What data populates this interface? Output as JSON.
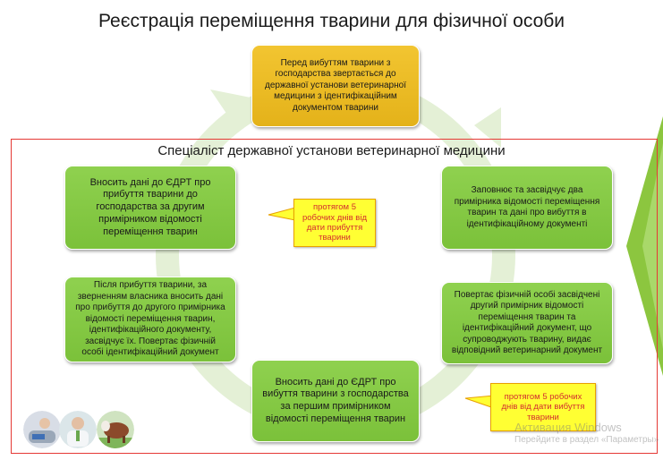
{
  "title": "Реєстрація переміщення тварини для фізичної особи",
  "subtitle": "Спеціаліст державної установи ветеринарної медицини",
  "boxes": {
    "top": "Перед вибуттям тварини з господарства звертається до державної установи ветеринарної медицини з ідентифікаційним документом тварини",
    "right_top": "Заповнює та засвідчує два примірника відомості переміщення тварин та дані про вибуття в ідентифікаційному документі",
    "right_bottom": "Повертає фізичній особі засвідчені другий примірник відомості переміщення тварин та ідентифікаційний документ, що супроводжують тварину, видає відповідний ветеринарний документ",
    "bottom": "Вносить дані до ЄДРТ про вибуття тварини з господарства за першим примірником відомості переміщення тварин",
    "left_bottom": "Після прибуття тварини, за зверненням власника вносить дані про прибуття до другого примірника відомості переміщення тварин, ідентифікаційного документу, засвідчує їх. Повертає фізичній особі ідентифікаційний документ",
    "left_top": "Вносить дані до ЄДРТ про прибуття тварини до господарства за другим примірником відомості переміщення тварин"
  },
  "notes": {
    "arrival": "протягом 5 робочих днів від дати прибуття тварини",
    "departure": "протягом 5 робочих днів від дати вибуття тварини"
  },
  "watermark": {
    "line1": "Активация Windows",
    "line2": "Перейдите в раздел «Параметры»"
  },
  "colors": {
    "green": "#7bc13a",
    "yellow_box": "#e4b21a",
    "note_bg": "#ffff33",
    "note_text": "#d32f2f",
    "frame": "#e53935",
    "cycle": "#e4f0d6"
  }
}
